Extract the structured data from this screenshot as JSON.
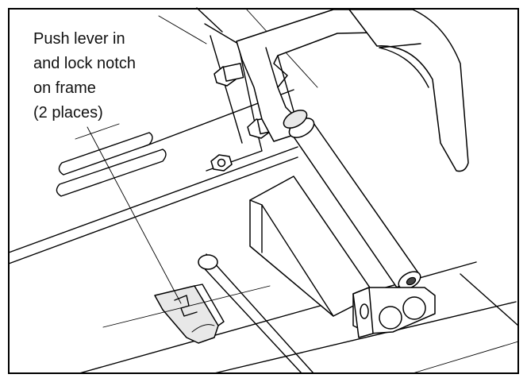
{
  "callout": {
    "lines": [
      "Push lever in",
      "and lock notch",
      "on frame",
      "(2 places)"
    ]
  }
}
